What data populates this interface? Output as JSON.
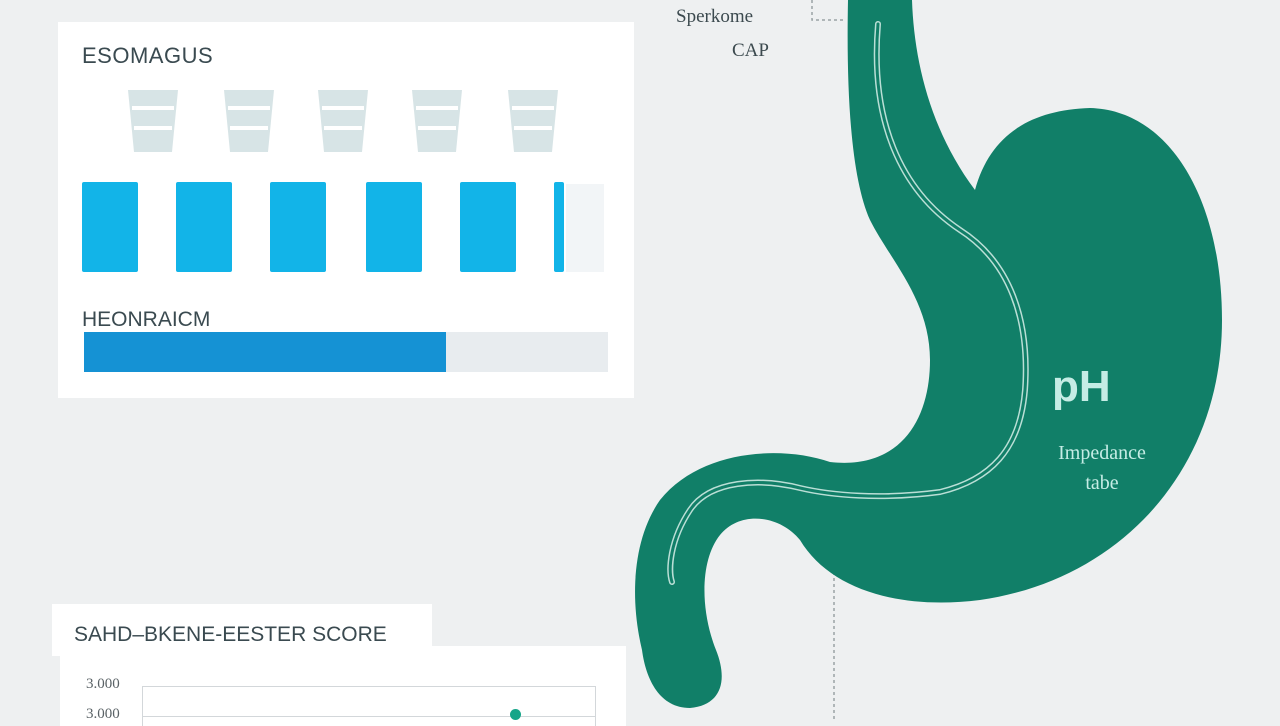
{
  "top_panel": {
    "title": "ESOMAGUS",
    "subtitle": "HEONRAICM",
    "bar_color": "#12b4e8",
    "cups": [
      {
        "icon": "cup-icon"
      },
      {
        "icon": "cup-icon"
      },
      {
        "icon": "cup-icon"
      },
      {
        "icon": "cup-icon"
      },
      {
        "icon": "cup-icon"
      }
    ],
    "progress": {
      "fraction": 0.69,
      "color": "#1592d4"
    }
  },
  "score_panel": {
    "title": "SAHD–BKENE-EESTER SCORE",
    "ticks": [
      "3.000",
      "3.000"
    ],
    "point_color": "#16a589"
  },
  "stomach": {
    "color": "#117f68",
    "callout_line1": "Sperkome",
    "callout_line2": "CAP",
    "ph_label": "pH",
    "impedance_line1": "Impedance",
    "impedance_line2": "tabe"
  }
}
